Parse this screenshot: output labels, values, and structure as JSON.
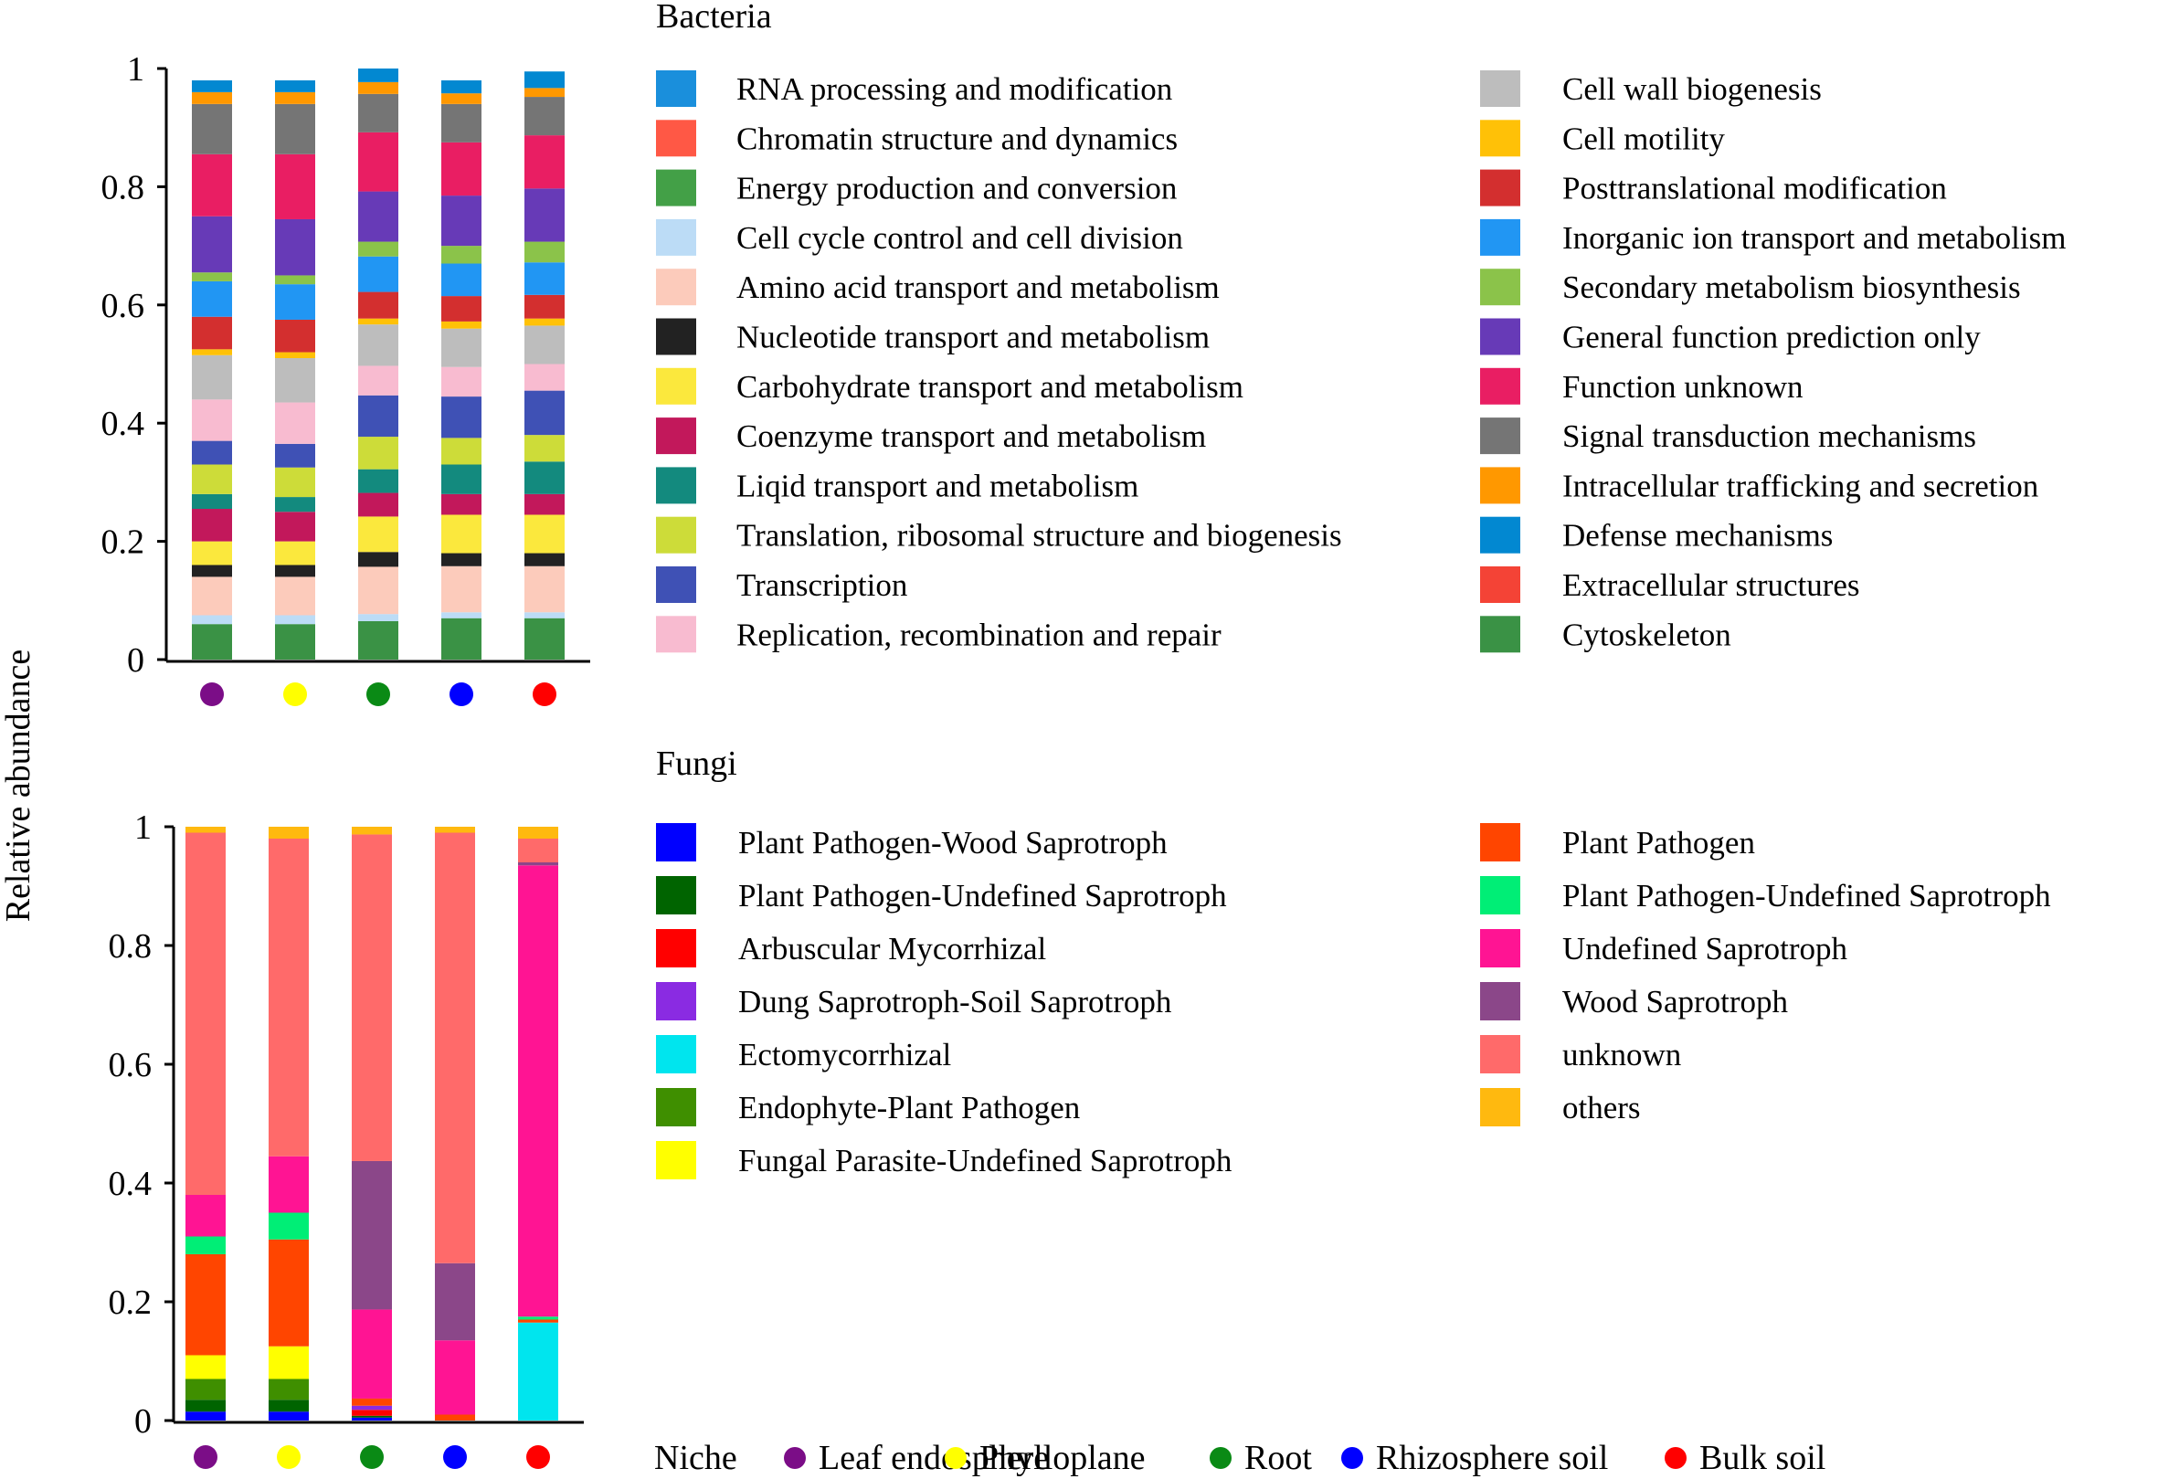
{
  "y_axis_label": "Relative abundance",
  "niche_legend": {
    "title": "Niche",
    "items": [
      {
        "label": "Leaf endosphere",
        "color": "#7b0d87"
      },
      {
        "label": "Phylloplane",
        "color": "#ffff00"
      },
      {
        "label": "Root",
        "color": "#0a8a15"
      },
      {
        "label": "Rhizosphere soil",
        "color": "#0000ff"
      },
      {
        "label": "Bulk soil",
        "color": "#ff0000"
      }
    ]
  },
  "chart_data": [
    {
      "type": "bar",
      "stacked": true,
      "title": "Bacteria",
      "ylabel": "Relative abundance",
      "ylim": [
        0,
        1
      ],
      "yticks": [
        "0",
        "0.2",
        "0.4",
        "0.6",
        "0.8",
        "1"
      ],
      "categories": [
        "Leaf endosphere",
        "Phylloplane",
        "Root",
        "Rhizosphere soil",
        "Bulk soil"
      ],
      "legend_position": "right",
      "series": [
        {
          "name": "Cytoskeleton",
          "color": "#3a9245",
          "values": [
            0.06,
            0.06,
            0.065,
            0.07,
            0.07
          ]
        },
        {
          "name": "Cell cycle control and cell division",
          "color": "#bcdcf6",
          "values": [
            0.015,
            0.015,
            0.012,
            0.01,
            0.01
          ]
        },
        {
          "name": "Amino acid transport and metabolism",
          "color": "#fccbbb",
          "values": [
            0.065,
            0.065,
            0.08,
            0.078,
            0.078
          ]
        },
        {
          "name": "Nucleotide transport and metabolism",
          "color": "#222222",
          "values": [
            0.02,
            0.02,
            0.025,
            0.022,
            0.022
          ]
        },
        {
          "name": "Carbohydrate transport and metabolism",
          "color": "#fbe83d",
          "values": [
            0.04,
            0.04,
            0.06,
            0.065,
            0.065
          ]
        },
        {
          "name": "Coenzyme transport and metabolism",
          "color": "#c2185b",
          "values": [
            0.055,
            0.05,
            0.04,
            0.035,
            0.035
          ]
        },
        {
          "name": "Liqid transport and metabolism",
          "color": "#138a7e",
          "values": [
            0.025,
            0.025,
            0.04,
            0.05,
            0.055
          ]
        },
        {
          "name": "Translation, ribosomal structure and biogenesis",
          "color": "#cddc39",
          "values": [
            0.05,
            0.05,
            0.055,
            0.045,
            0.045
          ]
        },
        {
          "name": "Transcription",
          "color": "#3f51b5",
          "values": [
            0.04,
            0.04,
            0.07,
            0.07,
            0.075
          ]
        },
        {
          "name": "Replication, recombination and repair",
          "color": "#f8bbd0",
          "values": [
            0.07,
            0.07,
            0.05,
            0.05,
            0.045
          ]
        },
        {
          "name": "Cell wall biogenesis",
          "color": "#bdbdbd",
          "values": [
            0.075,
            0.075,
            0.07,
            0.065,
            0.065
          ]
        },
        {
          "name": "Cell motility",
          "color": "#ffc107",
          "values": [
            0.01,
            0.01,
            0.01,
            0.012,
            0.012
          ]
        },
        {
          "name": "Posttranslational modification",
          "color": "#d32f2f",
          "values": [
            0.055,
            0.055,
            0.045,
            0.043,
            0.04
          ]
        },
        {
          "name": "Inorganic ion transport and metabolism",
          "color": "#2196f3",
          "values": [
            0.06,
            0.06,
            0.06,
            0.055,
            0.055
          ]
        },
        {
          "name": "Secondary metabolism biosynthesis",
          "color": "#8bc34a",
          "values": [
            0.015,
            0.015,
            0.025,
            0.03,
            0.035
          ]
        },
        {
          "name": "General function prediction only",
          "color": "#673ab7",
          "values": [
            0.095,
            0.095,
            0.085,
            0.085,
            0.09
          ]
        },
        {
          "name": "Function unknown",
          "color": "#e91e63",
          "values": [
            0.105,
            0.11,
            0.1,
            0.09,
            0.09
          ]
        },
        {
          "name": "Signal transduction mechanisms",
          "color": "#757575",
          "values": [
            0.085,
            0.085,
            0.065,
            0.065,
            0.065
          ]
        },
        {
          "name": "Intracellular trafficking and secretion",
          "color": "#ff9800",
          "values": [
            0.02,
            0.02,
            0.02,
            0.018,
            0.015
          ]
        },
        {
          "name": "Defense mechanisms",
          "color": "#0288d1",
          "values": [
            0.02,
            0.02,
            0.023,
            0.022,
            0.028
          ]
        },
        {
          "name": "Extracellular structures",
          "color": "#f44336",
          "values": [
            0.0,
            0.0,
            0.0,
            0.0,
            0.0
          ]
        },
        {
          "name": "Chromatin structure and dynamics",
          "color": "#ff5845",
          "values": [
            0.0,
            0.0,
            0.0,
            0.0,
            0.0
          ]
        },
        {
          "name": "Energy production and conversion",
          "color": "#43a047",
          "values": [
            0.0,
            0.0,
            0.0,
            0.0,
            0.0
          ]
        },
        {
          "name": "RNA processing and modification",
          "color": "#1a8fdc",
          "values": [
            0.0,
            0.0,
            0.0,
            0.0,
            0.0
          ]
        }
      ],
      "legend_order": [
        [
          "RNA processing and modification",
          "Chromatin structure and dynamics",
          "Energy production and conversion",
          "Cell cycle control and cell division",
          "Amino acid transport and metabolism",
          "Nucleotide transport and metabolism",
          "Carbohydrate transport and metabolism",
          "Coenzyme transport and metabolism",
          "Liqid transport and metabolism",
          "Translation, ribosomal structure and biogenesis",
          "Transcription",
          "Replication, recombination and repair"
        ],
        [
          "Cell wall biogenesis",
          "Cell motility",
          "Posttranslational modification",
          "Inorganic ion transport and metabolism",
          "Secondary metabolism biosynthesis",
          "General function prediction only",
          "Function unknown",
          "Signal transduction mechanisms",
          "Intracellular trafficking and secretion",
          "Defense mechanisms",
          "Extracellular structures",
          "Cytoskeleton"
        ]
      ]
    },
    {
      "type": "bar",
      "stacked": true,
      "title": "Fungi",
      "ylabel": "Relative abundance",
      "ylim": [
        0,
        1
      ],
      "yticks": [
        "0",
        "0.2",
        "0.4",
        "0.6",
        "0.8",
        "1"
      ],
      "categories": [
        "Leaf endosphere",
        "Phylloplane",
        "Root",
        "Rhizosphere soil",
        "Bulk soil"
      ],
      "legend_position": "right",
      "series": [
        {
          "name": "Plant Pathogen-Wood Saprotroph",
          "color": "#0000ff",
          "values": [
            0.015,
            0.015,
            0.005,
            0.0,
            0.0
          ]
        },
        {
          "name": "Plant Pathogen-Undefined Saprotroph",
          "color": "#006400",
          "values": [
            0.02,
            0.02,
            0.003,
            0.0,
            0.0
          ]
        },
        {
          "name": "Arbuscular Mycorrhizal",
          "color": "#ff0000",
          "values": [
            0.0,
            0.0,
            0.01,
            0.0,
            0.0
          ]
        },
        {
          "name": "Dung Saprotroph-Soil Saprotroph",
          "color": "#8a2be2",
          "values": [
            0.0,
            0.0,
            0.007,
            0.0,
            0.0
          ]
        },
        {
          "name": "Ectomycorrhizal",
          "color": "#00e5ee",
          "values": [
            0.0,
            0.0,
            0.0,
            0.0,
            0.165
          ]
        },
        {
          "name": "Endophyte-Plant Pathogen",
          "color": "#3f8f00",
          "values": [
            0.035,
            0.035,
            0.0,
            0.0,
            0.0
          ]
        },
        {
          "name": "Fungal Parasite-Undefined Saprotroph",
          "color": "#ffff00",
          "values": [
            0.04,
            0.055,
            0.0,
            0.0,
            0.0
          ]
        },
        {
          "name": "Plant Pathogen",
          "color": "#ff4500",
          "values": [
            0.17,
            0.18,
            0.012,
            0.01,
            0.005
          ]
        },
        {
          "name": "Plant Pathogen-Undefined Saprotroph",
          "color": "#00ee76",
          "values": [
            0.03,
            0.045,
            0.0,
            0.0,
            0.005
          ]
        },
        {
          "name": "Undefined Saprotroph",
          "color": "#ff1493",
          "values": [
            0.07,
            0.095,
            0.15,
            0.125,
            0.76
          ]
        },
        {
          "name": "Wood Saprotroph",
          "color": "#8b4789",
          "values": [
            0.0,
            0.0,
            0.25,
            0.13,
            0.005
          ]
        },
        {
          "name": "unknown",
          "color": "#ff6a6a",
          "values": [
            0.61,
            0.535,
            0.55,
            0.725,
            0.04
          ]
        },
        {
          "name": "others",
          "color": "#ffb90f",
          "values": [
            0.01,
            0.02,
            0.013,
            0.01,
            0.02
          ]
        }
      ],
      "legend_order": [
        [
          "Plant Pathogen-Wood Saprotroph",
          "Plant Pathogen-Undefined Saprotroph",
          "Arbuscular Mycorrhizal",
          "Dung Saprotroph-Soil Saprotroph",
          "Ectomycorrhizal",
          "Endophyte-Plant Pathogen",
          "Fungal Parasite-Undefined Saprotroph"
        ],
        [
          "Plant Pathogen",
          "Plant Pathogen-Undefined Saprotroph",
          "Undefined Saprotroph",
          "Wood Saprotroph",
          "unknown",
          "others"
        ]
      ]
    }
  ]
}
